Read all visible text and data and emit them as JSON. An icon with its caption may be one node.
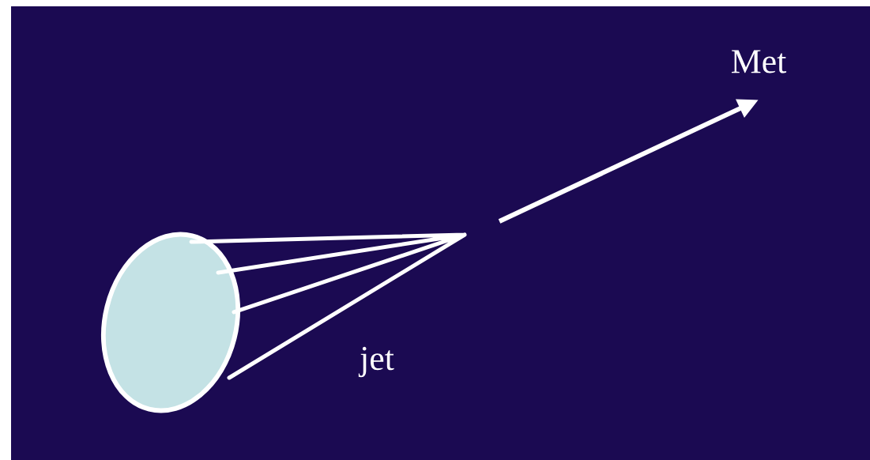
{
  "diagram": {
    "nodes": [
      {
        "text": [],
        "shape": "circle"
      },
      {
        "text": [
          "Met"
        ]
      }
    ],
    "edges": [
      {
        "from": null,
        "to": 1,
        "arrow": "to"
      }
    ],
    "labels": [
      "jet"
    ]
  }
}
